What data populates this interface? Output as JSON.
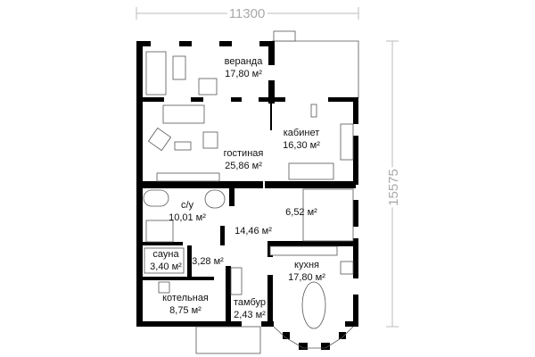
{
  "dimensions": {
    "width": "11300",
    "height": "15575"
  },
  "rooms": [
    {
      "name": "веранда",
      "area": "17,80 м²"
    },
    {
      "name": "кабинет",
      "area": "16,30 м²"
    },
    {
      "name": "гостиная",
      "area": "25,86 м²"
    },
    {
      "name": "с/у",
      "area": "10,01 м²"
    },
    {
      "name": "",
      "area": "6,52 м²"
    },
    {
      "name": "",
      "area": "14,46 м²"
    },
    {
      "name": "сауна",
      "area": "3,40 м²"
    },
    {
      "name": "",
      "area": "3,28 м²"
    },
    {
      "name": "кухня",
      "area": "17,80 м²"
    },
    {
      "name": "котельная",
      "area": "8,75 м²"
    },
    {
      "name": "тамбур",
      "area": "2,43 м²"
    }
  ]
}
